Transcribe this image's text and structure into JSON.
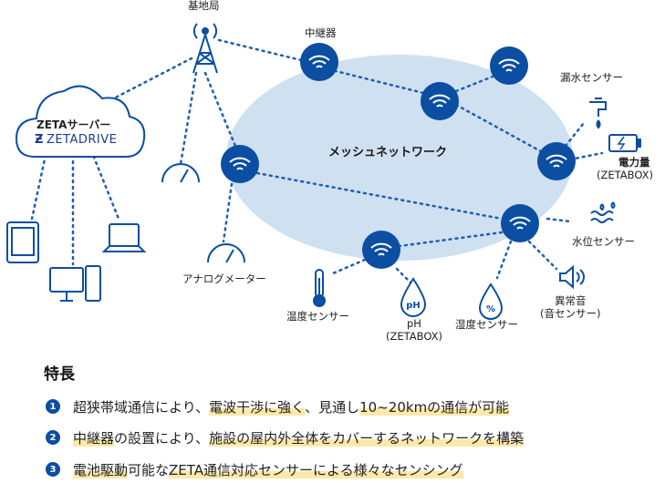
{
  "labels": {
    "base_station": "基地局",
    "repeater": "中継器",
    "leak_sensor": "漏水センサー",
    "power_meter": "電力量",
    "power_meter_sub": "(ZETABOX)",
    "water_level_sensor": "水位センサー",
    "abnormal_sound": "異常音",
    "abnormal_sound_sub": "(音センサー)",
    "humidity_sensor": "湿度センサー",
    "ph": "pH",
    "ph_sub": "(ZETABOX)",
    "temperature_sensor": "温度センサー",
    "analog_meter": "アナログメーター",
    "mesh_network": "メッシュネットワーク",
    "cloud_title": "ZETAサーバー",
    "cloud_logo": "ZETADRIVE",
    "ph_icon_text": "pH",
    "humidity_icon_text": "%"
  },
  "features": {
    "title": "特長",
    "items": [
      {
        "num": "1",
        "pre": "超狭帯域通信により、",
        "hl1": "電波干渉に強く",
        "mid": "、見通し",
        "hl2": "10~20kmの通信が可能",
        "post": ""
      },
      {
        "num": "2",
        "pre": "",
        "hl1": "中継器",
        "mid": "の設置により、",
        "hl2": "施設の屋内外全体をカバーするネットワークを構築",
        "post": ""
      },
      {
        "num": "3",
        "pre": "",
        "hl1": "電池駆動",
        "mid": "可能な",
        "hl2": "ZETA通信対応センサーによる様々なセンシング",
        "post": ""
      }
    ]
  },
  "colors": {
    "node_blue": "#0b4ea2",
    "mesh_fill": "#cfe0f1",
    "line_blue": "#1f5fb0",
    "highlight": "#fde9a8"
  }
}
